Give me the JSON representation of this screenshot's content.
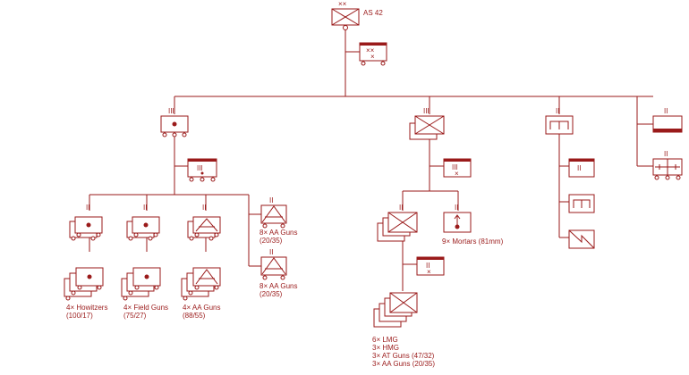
{
  "hq": {
    "designation": "AS 42",
    "echelon_mark": "××"
  },
  "hq_company": {
    "echelon_mark": "××",
    "sub_mark": "×"
  },
  "artillery_regiment": {
    "echelon_mark": "III"
  },
  "artillery_hq_battery": {
    "echelon_mark": "III"
  },
  "infantry_regiment": {
    "echelon_mark": "III"
  },
  "infantry_hq_company": {
    "echelon_mark": "III",
    "sub_mark": "×"
  },
  "infantry_battalion_hq": {
    "echelon_mark": "II",
    "sub_mark": "×"
  },
  "engineer_battalion": {
    "echelon_mark": "II"
  },
  "engineer_hq": {
    "echelon_mark": "II"
  },
  "signal_battalion": {
    "echelon_mark": "II"
  },
  "signal_hq": {
    "echelon_mark": "II"
  },
  "battalions": {
    "echelon_mark": "II"
  },
  "aa_triangle_mark": "II",
  "labels": {
    "howitzers": [
      "4× Howitzers",
      "(100/17)"
    ],
    "field_guns": [
      "4× Field Guns",
      "(75/27)"
    ],
    "aa_guns_88": [
      "4× AA Guns",
      "(88/55)"
    ],
    "aa_guns_20a": [
      "8× AA Guns",
      "(20/35)"
    ],
    "aa_guns_20b": [
      "8× AA Guns",
      "(20/35)"
    ],
    "mortars": [
      "9× Mortars (81mm)"
    ],
    "infantry_weapons": [
      "6× LMG",
      "3× HMG",
      "3× AT Guns (47/32)",
      "3× AA Guns (20/35)"
    ]
  }
}
